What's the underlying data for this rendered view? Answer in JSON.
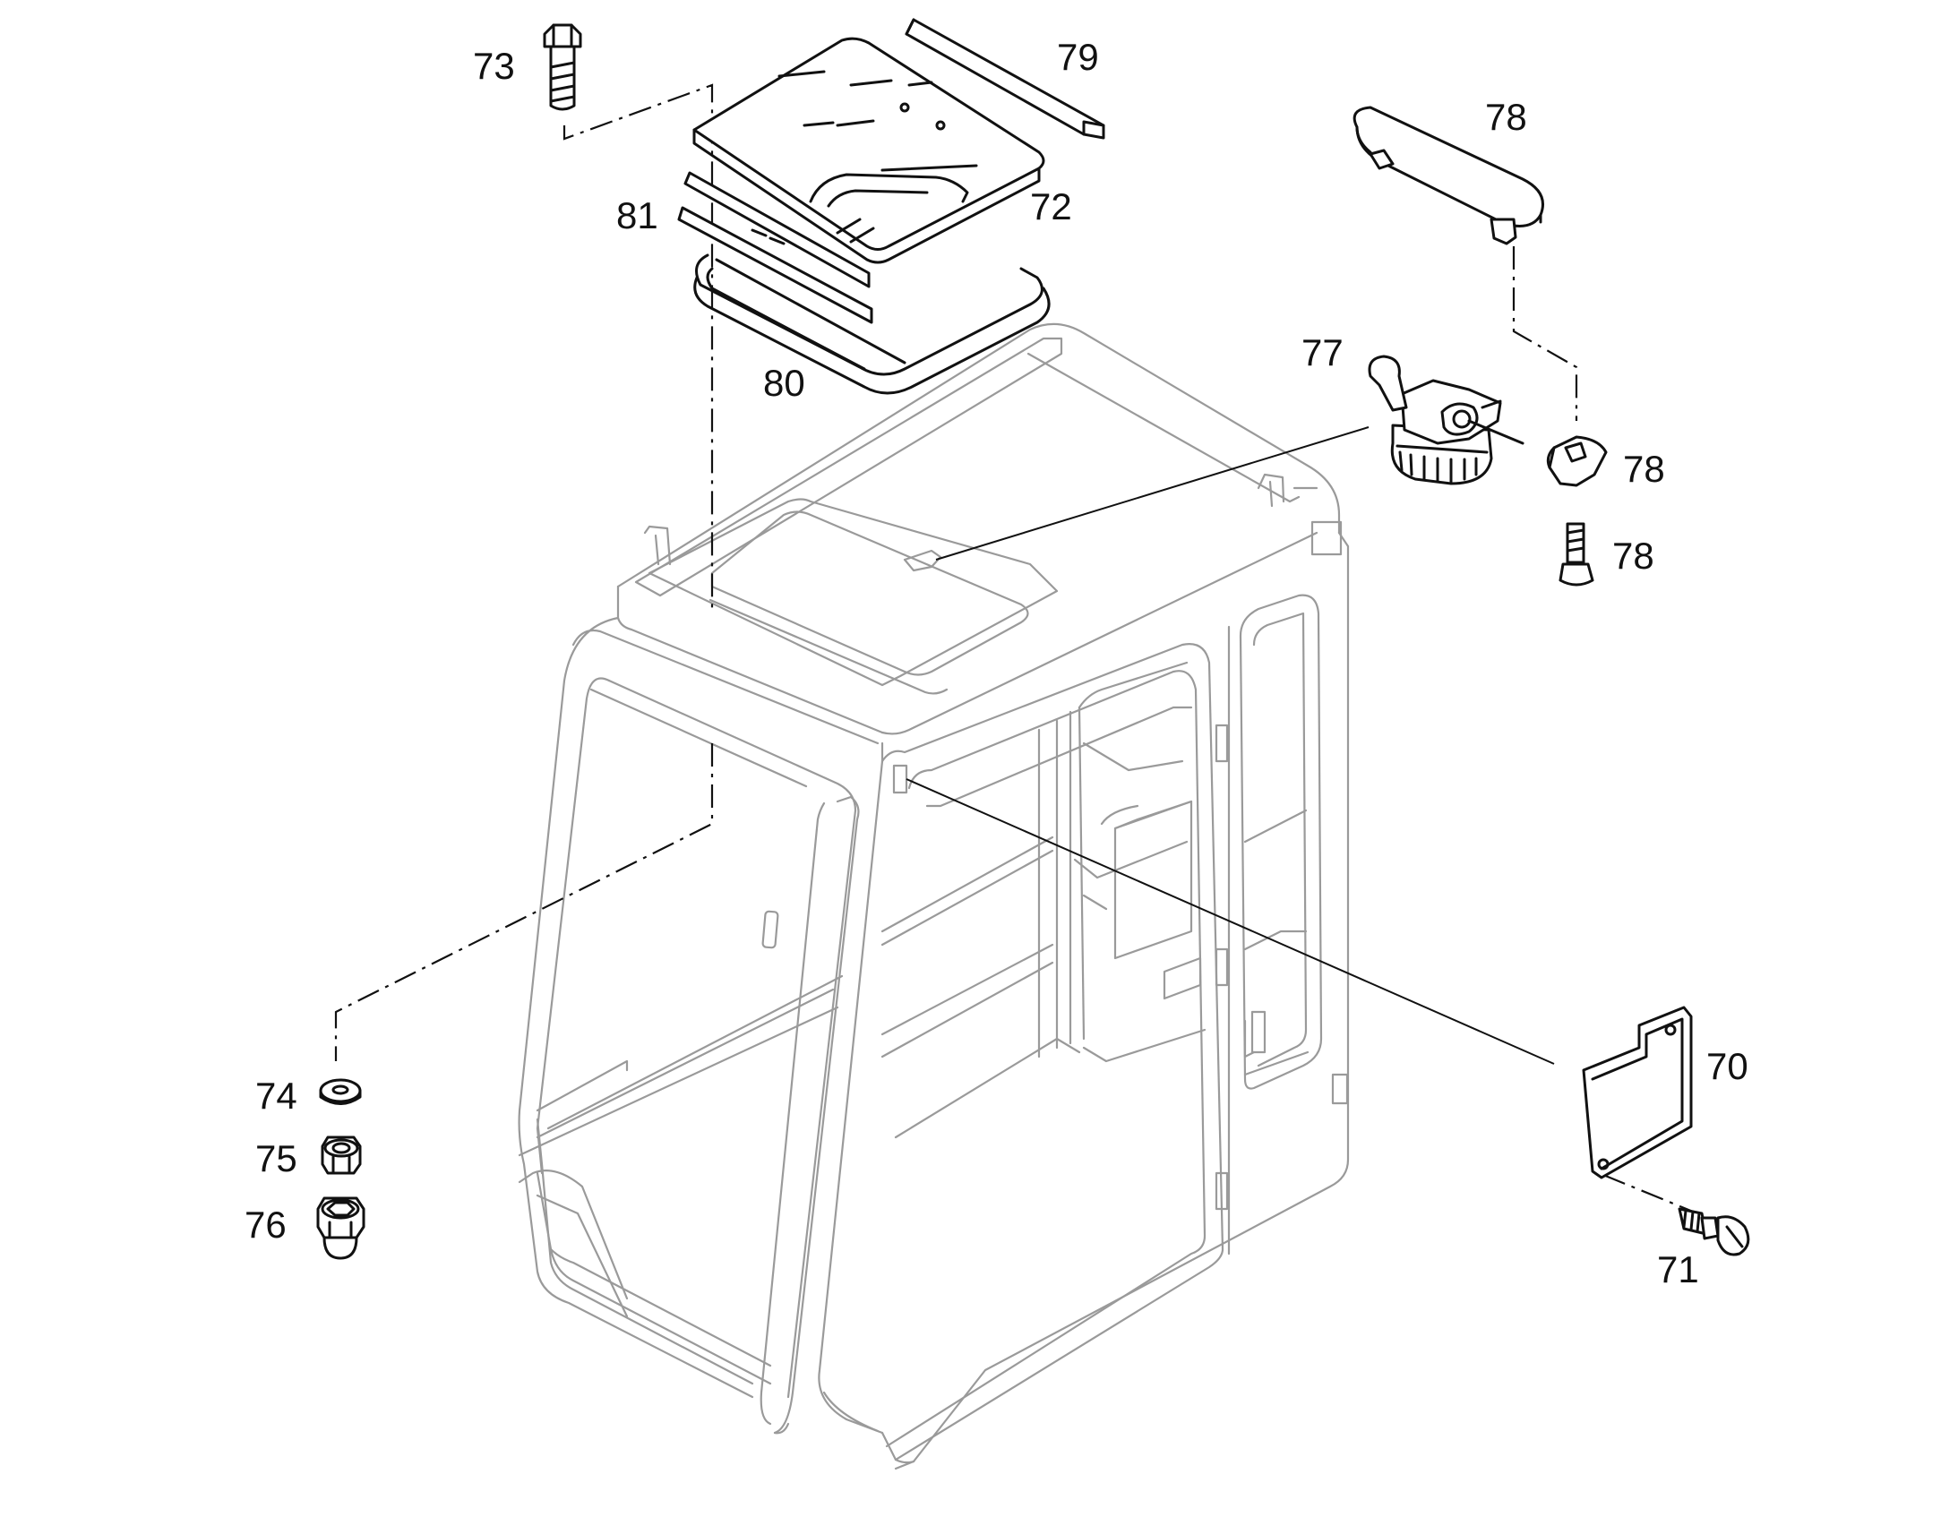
{
  "diagram": {
    "labels": {
      "p70": "70",
      "p71": "71",
      "p72": "72",
      "p73": "73",
      "p74": "74",
      "p75": "75",
      "p76": "76",
      "p77": "77",
      "p78a": "78",
      "p78b": "78",
      "p78c": "78",
      "p79": "79",
      "p80": "80",
      "p81": "81"
    },
    "colors": {
      "line": "#111111",
      "ghost": "#9a9a9a",
      "background": "#ffffff"
    }
  }
}
